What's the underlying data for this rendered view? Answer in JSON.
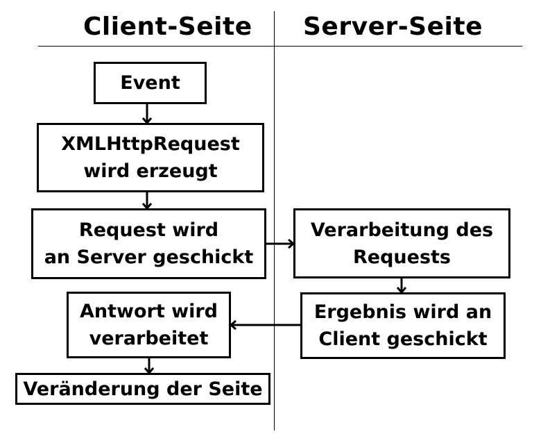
{
  "headers": {
    "client": "Client-Seite",
    "server": "Server-Seite"
  },
  "nodes": {
    "event": [
      "Event"
    ],
    "xhr": [
      "XMLHttpRequest",
      "wird erzeugt"
    ],
    "request": [
      "Request wird",
      "an Server geschickt"
    ],
    "processing": [
      "Verarbeitung des",
      "Requests"
    ],
    "result": [
      "Ergebnis wird an",
      "Client geschickt"
    ],
    "response": [
      "Antwort wird",
      "verarbeitet"
    ],
    "page_change": [
      "Veränderung der Seite"
    ]
  }
}
